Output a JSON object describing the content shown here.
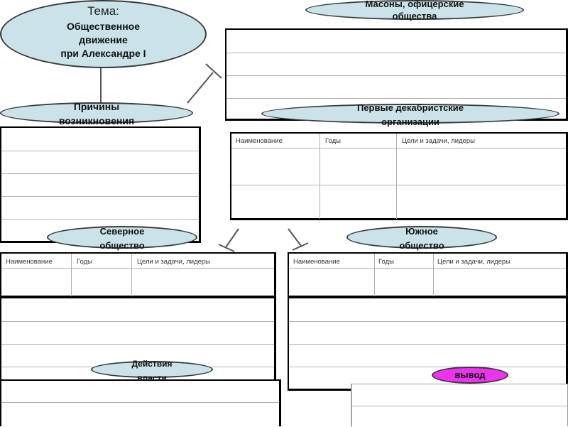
{
  "topic": {
    "label": "Тема:",
    "lines": [
      "Общественное",
      "движение",
      "при Александре I"
    ]
  },
  "masons": {
    "lines": [
      "Масоны, офицерские",
      "общества"
    ]
  },
  "causes": {
    "lines": [
      "Причины",
      "возникновения"
    ]
  },
  "first_dec": {
    "lines": [
      "Первые декабристские",
      "организации"
    ]
  },
  "northern": {
    "lines": [
      "Северное",
      "общество"
    ]
  },
  "southern": {
    "lines": [
      "Южное",
      "общество"
    ]
  },
  "actions": {
    "lines": [
      "Действия",
      "власти"
    ]
  },
  "conclusion": {
    "label": "вывод"
  },
  "table_headers": {
    "name": "Наименование",
    "years": "Годы",
    "goals": "Цели и задачи, лидеры"
  },
  "colors": {
    "ellipse_fill": "#c9e3e8",
    "conclusion_fill": "#ee33ee",
    "border": "#000000"
  }
}
